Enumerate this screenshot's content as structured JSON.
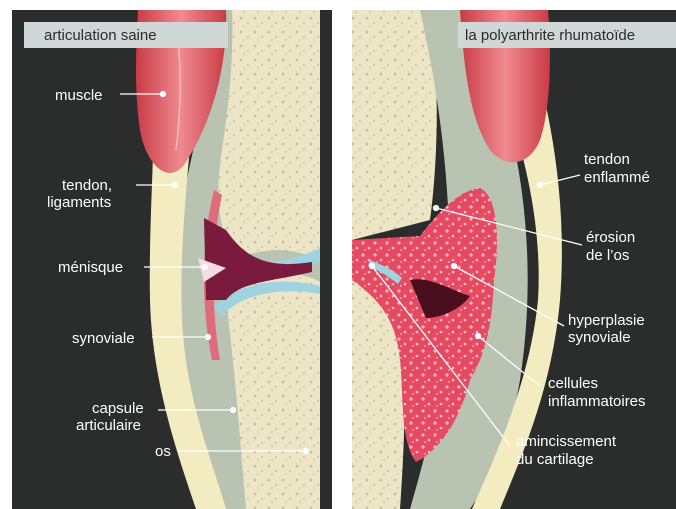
{
  "panels": {
    "left": {
      "title": "articulation saine"
    },
    "right": {
      "title": "la polyarthrite rhumatoïde"
    }
  },
  "labels_left": {
    "muscle": "muscle",
    "tendon": [
      "tendon,",
      "ligaments"
    ],
    "menisque": "ménisque",
    "synoviale": "synoviale",
    "capsule": [
      "capsule",
      "articulaire"
    ],
    "os": "os"
  },
  "labels_right": {
    "tendon": [
      "tendon",
      "enflammé"
    ],
    "erosion": [
      "érosion",
      "de l’os"
    ],
    "hyperplasie": [
      "hyperplasie",
      "synoviale"
    ],
    "cellules": [
      "cellules",
      "inflammatoires"
    ],
    "amincissement": [
      "amincissement",
      "du cartilage"
    ]
  },
  "colors": {
    "background": "#2b2d2d",
    "bone": "#ece6c4",
    "muscle": "#e05a62",
    "tendon": "#f3ecc0",
    "capsule": "#b9c4b4",
    "synovial": "#e06b7a",
    "cartilage": "#9fd3e0",
    "inflammation": "#e8465e",
    "title_bar": "#cfd7d7"
  }
}
